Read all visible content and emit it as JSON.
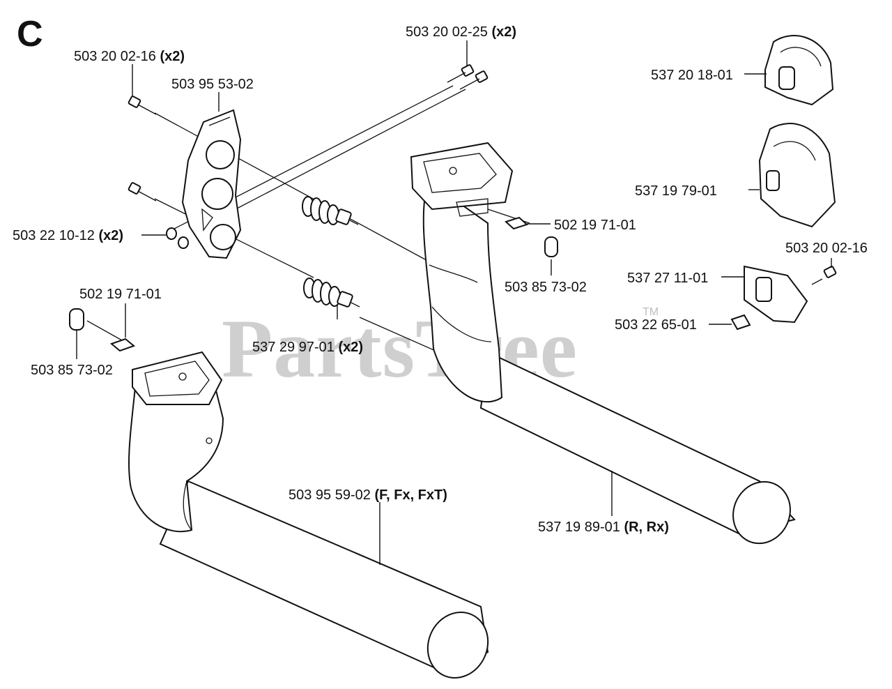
{
  "diagram": {
    "section_letter": "C",
    "watermark": "PartsTree",
    "watermark_tm": "TM"
  },
  "labels": [
    {
      "id": "bolt-top-left",
      "number": "503 20 02-16",
      "qualifier": "(x2)"
    },
    {
      "id": "bolt-top-long",
      "number": "503 20 02-25",
      "qualifier": "(x2)"
    },
    {
      "id": "bracket",
      "number": "503 95 53-02",
      "qualifier": ""
    },
    {
      "id": "nut-left",
      "number": "503 22 10-12",
      "qualifier": "(x2)"
    },
    {
      "id": "spring-dampers",
      "number": "537 29 97-01",
      "qualifier": "(x2)"
    },
    {
      "id": "square-nut-right",
      "number": "502 19 71-01",
      "qualifier": ""
    },
    {
      "id": "spacer-right",
      "number": "503 85 73-02",
      "qualifier": ""
    },
    {
      "id": "square-nut-left",
      "number": "502 19 71-01",
      "qualifier": ""
    },
    {
      "id": "spacer-left",
      "number": "503 85 73-02",
      "qualifier": ""
    },
    {
      "id": "left-handle",
      "number": "503 95 59-02",
      "qualifier": "(F, Fx, FxT)"
    },
    {
      "id": "right-handle",
      "number": "537 19 89-01",
      "qualifier": "(R, Rx)"
    },
    {
      "id": "clip-top",
      "number": "537 20 18-01",
      "qualifier": ""
    },
    {
      "id": "clip-mid",
      "number": "537 19 79-01",
      "qualifier": ""
    },
    {
      "id": "bolt-right",
      "number": "503 20 02-16",
      "qualifier": ""
    },
    {
      "id": "throttle-holder",
      "number": "537 27 11-01",
      "qualifier": ""
    },
    {
      "id": "nut-right",
      "number": "503 22 65-01",
      "qualifier": ""
    }
  ]
}
